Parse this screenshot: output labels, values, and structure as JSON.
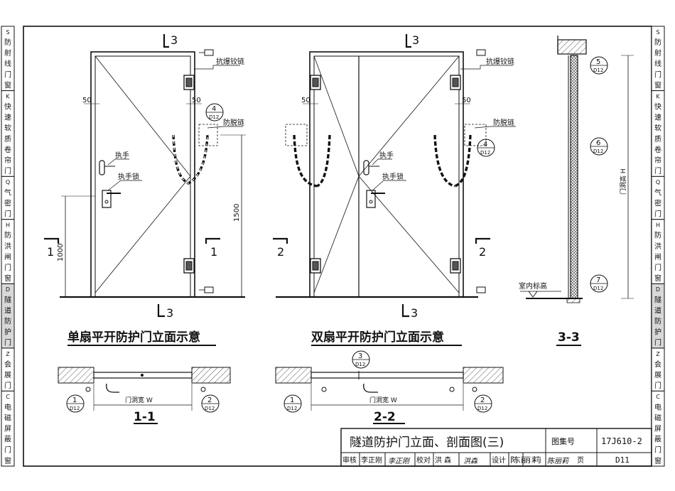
{
  "left_tabs": [
    {
      "letter": "S",
      "title": "防射线门窗"
    },
    {
      "letter": "K",
      "title": "快速软质卷帘门"
    },
    {
      "letter": "Q",
      "title": "气密门"
    },
    {
      "letter": "H",
      "title": "防洪闸门窗"
    },
    {
      "letter": "D",
      "title": "隧道防护门",
      "active": true
    },
    {
      "letter": "Z",
      "title": "会展门"
    },
    {
      "letter": "C",
      "title": "电磁屏蔽门窗"
    }
  ],
  "right_tabs": [
    {
      "letter": "S",
      "title": "防射线门窗"
    },
    {
      "letter": "K",
      "title": "快速软质卷帘门"
    },
    {
      "letter": "Q",
      "title": "气密门"
    },
    {
      "letter": "H",
      "title": "防洪闸门窗"
    },
    {
      "letter": "D",
      "title": "隧道防护门",
      "active": true
    },
    {
      "letter": "Z",
      "title": "会展门"
    },
    {
      "letter": "C",
      "title": "电磁屏蔽门窗"
    }
  ],
  "single_door": {
    "caption": "单扇平开防护门立面示意",
    "label_blast_hinge": "抗爆铰链",
    "label_anti_detach_chain": "防脱链",
    "label_handle": "执手",
    "label_handle_lock": "执手锁",
    "dim_left": "50",
    "dim_right": "50",
    "dim_1000": "1000",
    "dim_1500": "1500",
    "section_3_top": "3",
    "section_3_bottom": "3",
    "section_1_left": "1",
    "section_1_right": "1",
    "ref_number": "4",
    "ref_sheet": "D12"
  },
  "double_door": {
    "caption": "双扇平开防护门立面示意",
    "label_blast_hinge": "抗爆铰链",
    "label_anti_detach_chain": "防脱链",
    "label_handle": "执手",
    "label_handle_lock": "执手锁",
    "dim_left": "50",
    "dim_right": "50",
    "section_3_top": "3",
    "section_3_bottom": "3",
    "section_2_left": "2",
    "section_2_right": "2",
    "ref_number": "4",
    "ref_sheet": "D12"
  },
  "section_33": {
    "caption": "3-3",
    "label_indoor_elevation": "室内标高",
    "label_opening_height": "门洞高 H",
    "refs": [
      {
        "number": "5",
        "sheet": "D12"
      },
      {
        "number": "6",
        "sheet": "D12"
      },
      {
        "number": "7",
        "sheet": "D12"
      }
    ]
  },
  "section_11": {
    "caption": "1-1",
    "label_opening_width": "门洞宽 W",
    "ref_left": {
      "number": "1",
      "sheet": "D12"
    },
    "ref_right": {
      "number": "2",
      "sheet": "D12"
    }
  },
  "section_22": {
    "caption": "2-2",
    "label_opening_width": "门洞宽 W",
    "ref_top": {
      "number": "3",
      "sheet": "D12"
    },
    "ref_left": {
      "number": "1",
      "sheet": "D12"
    },
    "ref_right": {
      "number": "2",
      "sheet": "D12"
    }
  },
  "title_block": {
    "title": "隧道防护门立面、剖面图(三)",
    "atlas_label": "图集号",
    "atlas_number": "17J610-2",
    "review_label": "审核",
    "review_name": "李正刚",
    "check_label": "校对",
    "check_name": "洪 森",
    "design_label": "设计",
    "design_name": "陈丽莉",
    "page_label": "页",
    "page_number": "D11",
    "sig_review": "李正刚",
    "sig_check": "洪森",
    "sig_design": "陈丽莉"
  }
}
